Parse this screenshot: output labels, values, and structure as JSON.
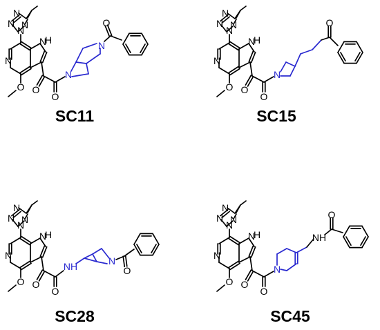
{
  "colors": {
    "ink": "#000000",
    "highlight": "#2a2ad0",
    "background": "#ffffff"
  },
  "atoms": {
    "nitrogen": "N",
    "oxygen": "O",
    "nh": "H",
    "nh_amide": "NH",
    "nh_ring": "H"
  },
  "compounds": [
    {
      "label": "SC11"
    },
    {
      "label": "SC15"
    },
    {
      "label": "SC28"
    },
    {
      "label": "SC45"
    }
  ]
}
